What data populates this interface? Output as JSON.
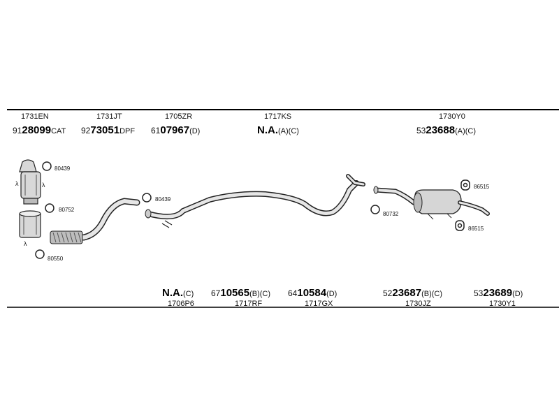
{
  "top_parts": [
    {
      "code": "1731EN",
      "prefix": "91",
      "number": "28099",
      "suffix": "CAT"
    },
    {
      "code": "1731JT",
      "prefix": "92",
      "number": "73051",
      "suffix": "DPF"
    },
    {
      "code": "1705ZR",
      "prefix": "61",
      "number": "07967",
      "suffix": "(D)"
    },
    {
      "code": "1717KS",
      "prefix": "",
      "number": "N.A.",
      "suffix": "(A)(C)"
    },
    {
      "code": "1730Y0",
      "prefix": "53",
      "number": "23688",
      "suffix": "(A)(C)"
    }
  ],
  "bottom_parts": [
    {
      "code": "1706P6",
      "prefix": "",
      "number": "N.A.",
      "suffix": "(C)"
    },
    {
      "code": "1717RF",
      "prefix": "67",
      "number": "10565",
      "suffix": "(B)(C)"
    },
    {
      "code": "1717GX",
      "prefix": "64",
      "number": "10584",
      "suffix": "(D)"
    },
    {
      "code": "1730JZ",
      "prefix": "52",
      "number": "23687",
      "suffix": "(B)(C)"
    },
    {
      "code": "1730Y1",
      "prefix": "53",
      "number": "23689",
      "suffix": "(D)"
    }
  ],
  "clamps": {
    "c1": "80439",
    "c2": "80752",
    "c3": "80550",
    "c4": "80439",
    "c5": "80732",
    "c6": "86515",
    "c7": "86515"
  },
  "symbols": {
    "lambda": "λ"
  }
}
